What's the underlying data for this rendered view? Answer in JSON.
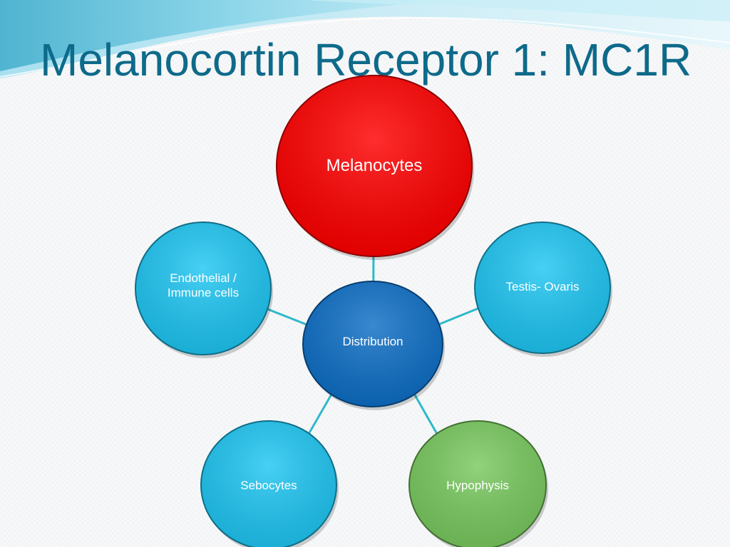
{
  "slide": {
    "title": "Melanocortin Receptor 1: MC1R"
  },
  "diagram": {
    "center": {
      "id": "center",
      "lines": [
        "Distribution"
      ],
      "color": "#0e6fc6"
    },
    "nodes": [
      {
        "id": "melanocytes",
        "lines": [
          "Melanocytes"
        ],
        "color": "#ff0000"
      },
      {
        "id": "testis",
        "lines": [
          "Testis- Ovaris"
        ],
        "color": "#1fc6f3"
      },
      {
        "id": "hypophysis",
        "lines": [
          "Hypophysis"
        ],
        "color": "#79c95f"
      },
      {
        "id": "sebocytes",
        "lines": [
          "Sebocytes"
        ],
        "color": "#1fc6f3"
      },
      {
        "id": "endothelial",
        "lines": [
          "Endothelial /",
          "Immune cells"
        ],
        "color": "#1fc6f3"
      }
    ],
    "connector_color": "#2fb8cc"
  }
}
